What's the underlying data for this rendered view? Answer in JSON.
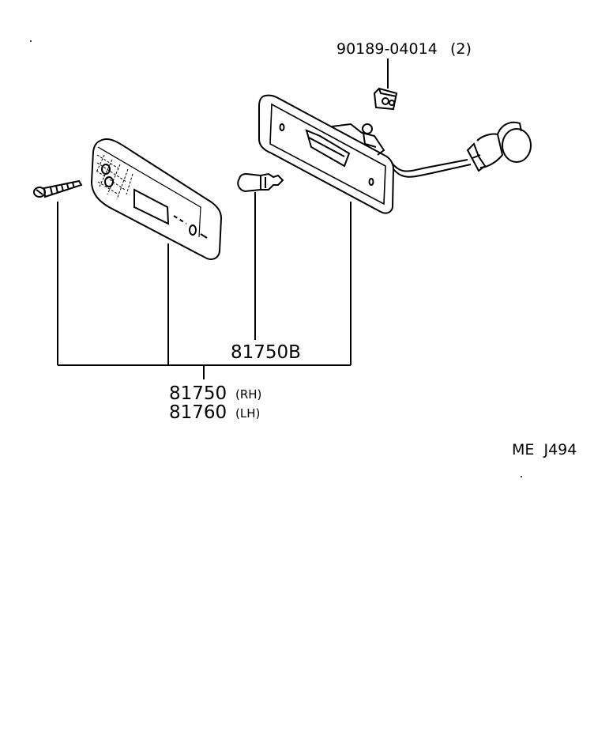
{
  "labels": {
    "clip": {
      "part": "90189-04014",
      "qty": "(2)"
    },
    "socket": "81750B",
    "assembly_rh": {
      "part": "81750",
      "side": "(RH)"
    },
    "assembly_lh": {
      "part": "81760",
      "side": "(LH)"
    },
    "figure_code": "ME  J494"
  },
  "colors": {
    "line": "#000000",
    "background": "#ffffff"
  }
}
